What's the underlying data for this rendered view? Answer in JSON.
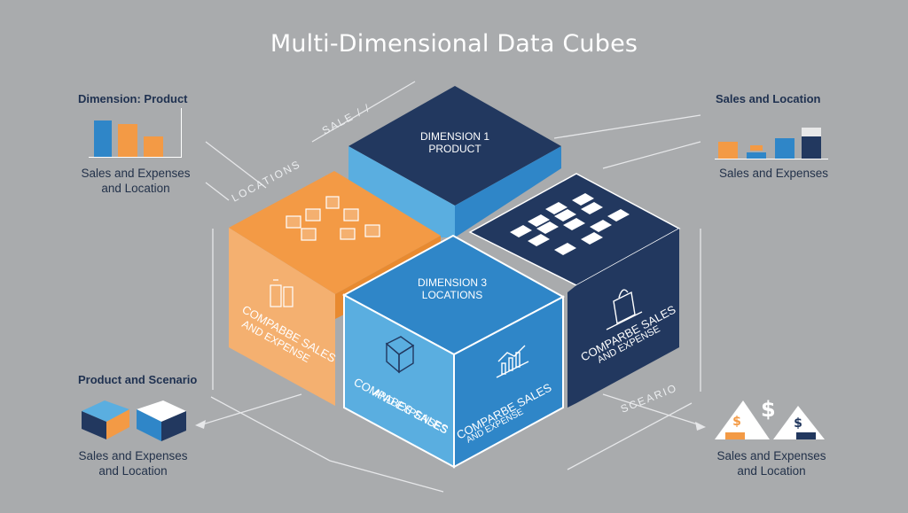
{
  "title": "Multi-Dimensional Data Cubes",
  "panels": {
    "top_left": {
      "heading": "Dimension:  Product",
      "caption_line1": "Sales and Expenses",
      "caption_line2": "and Location"
    },
    "top_right": {
      "heading": "Sales and Location",
      "caption": "Sales and Expenses"
    },
    "bottom_left": {
      "heading": "Product and Scenario",
      "caption_line1": "Sales and Expenses",
      "caption_line2": "and Location"
    },
    "bottom_right": {
      "caption_line1": "Sales and Expenses",
      "caption_line2": "and Location",
      "icon_glyph": "$"
    }
  },
  "axes": {
    "sales": "SALE / /",
    "locations": "LOCATIONS",
    "scenario": "SCEARIO"
  },
  "cubes": {
    "top": {
      "line1": "DIMENSION 1",
      "line2": "PRODUCT"
    },
    "center": {
      "line1": "DIMENSION 3",
      "line2": "LOCATIONS",
      "front_left_1": "COMPABES SALES",
      "front_left_2": "AND EXPENSES",
      "front_right_1": "COMPARBE SALES",
      "front_right_2": "AND EXPENSE"
    },
    "left": {
      "face_1": "COMPABBE SALES",
      "face_2": "AND EXPENSE"
    },
    "right": {
      "face_1": "COMPARBE SALES",
      "face_2": "AND EXPENSE"
    }
  },
  "colors": {
    "navy": "#22385f",
    "blue": "#2f86c8",
    "light_blue": "#5aaee0",
    "orange": "#f39a45",
    "light_orange": "#f4b070",
    "background": "#a9abad"
  }
}
